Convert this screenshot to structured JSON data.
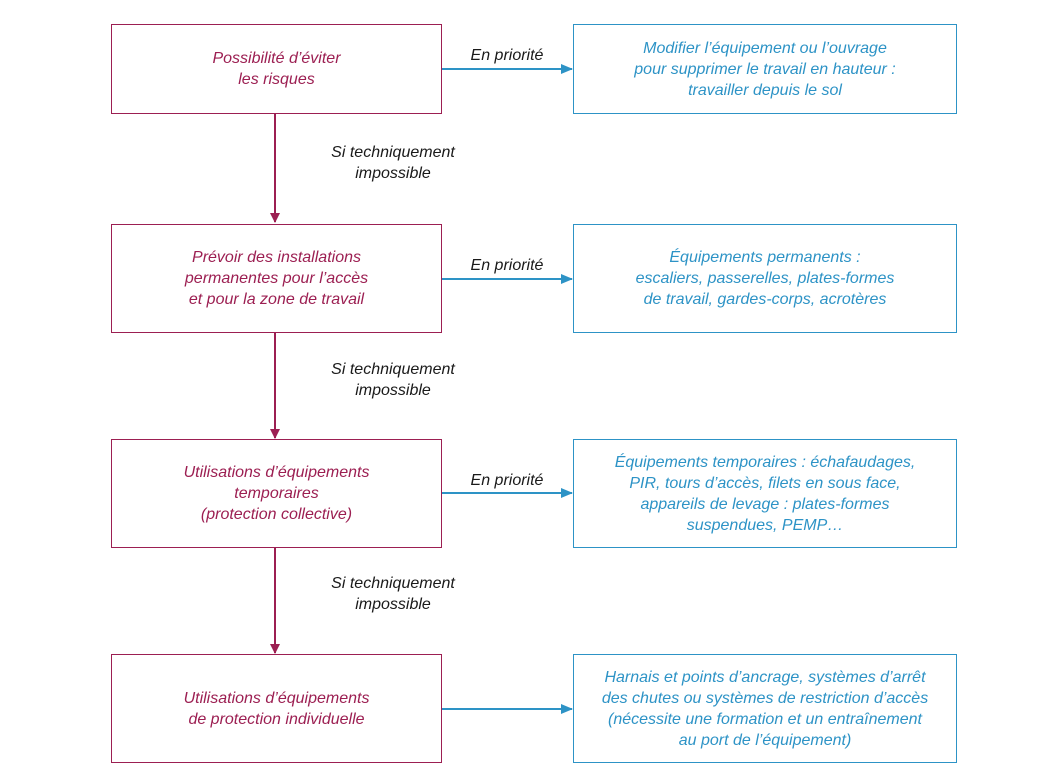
{
  "colors": {
    "left_accent": "#9c1f52",
    "right_accent": "#2d93c6",
    "label_text": "#1a1a1a"
  },
  "steps": [
    {
      "left": "Possibilité d’éviter\nles risques",
      "arrow_label": "En priorité",
      "right": "Modifier l’équipement ou l’ouvrage\npour supprimer le travail en hauteur :\ntravailler depuis le sol",
      "down_label": "Si techniquement\nimpossible"
    },
    {
      "left": "Prévoir des installations\npermanentes pour l’accès\net pour la zone de travail",
      "arrow_label": "En priorité",
      "right": "Équipements permanents :\nescaliers, passerelles, plates-formes\nde travail, gardes-corps, acrotères",
      "down_label": "Si techniquement\nimpossible"
    },
    {
      "left": "Utilisations d’équipements\ntemporaires\n(protection collective)",
      "arrow_label": "En priorité",
      "right": "Équipements temporaires : échafaudages,\nPIR, tours d’accès, filets en sous face,\nappareils de levage : plates-formes\nsuspendues, PEMP…",
      "down_label": "Si techniquement\nimpossible"
    },
    {
      "left": "Utilisations d’équipements\nde protection individuelle",
      "arrow_label": "",
      "right": "Harnais et points d’ancrage, systèmes d’arrêt\ndes chutes ou systèmes de restriction d’accès\n(nécessite une formation et un entraînement\nau port de l’équipement)"
    }
  ]
}
